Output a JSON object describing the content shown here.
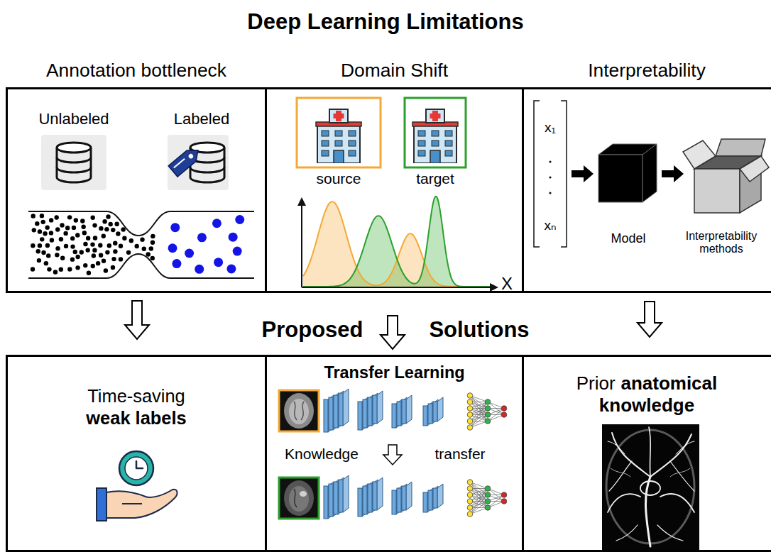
{
  "diagram": {
    "title": "Deep Learning Limitations",
    "nodes": [
      {
        "text": [
          "Annotation bottleneck"
        ]
      },
      {
        "text": [
          "Domain Shift"
        ]
      },
      {
        "text": [
          "Interpretability"
        ]
      },
      {
        "text": [
          "Time-saving",
          "weak labels"
        ]
      },
      {
        "text": [
          "Transfer Learning"
        ]
      },
      {
        "text": [
          "Prior",
          "anatomical knowledge"
        ]
      }
    ],
    "edges": [
      {
        "from": 0,
        "to": 3,
        "arrow": "to"
      },
      {
        "from": 1,
        "to": 4,
        "arrow": "to"
      },
      {
        "from": 2,
        "to": 5,
        "arrow": "to"
      }
    ],
    "labels": [
      "Unlabeled",
      "Labeled",
      "source",
      "target",
      "X",
      "x₁",
      "xₙ",
      "Model",
      "Interpretability methods",
      "Proposed",
      "Solutions",
      "Knowledge",
      "transfer"
    ]
  }
}
